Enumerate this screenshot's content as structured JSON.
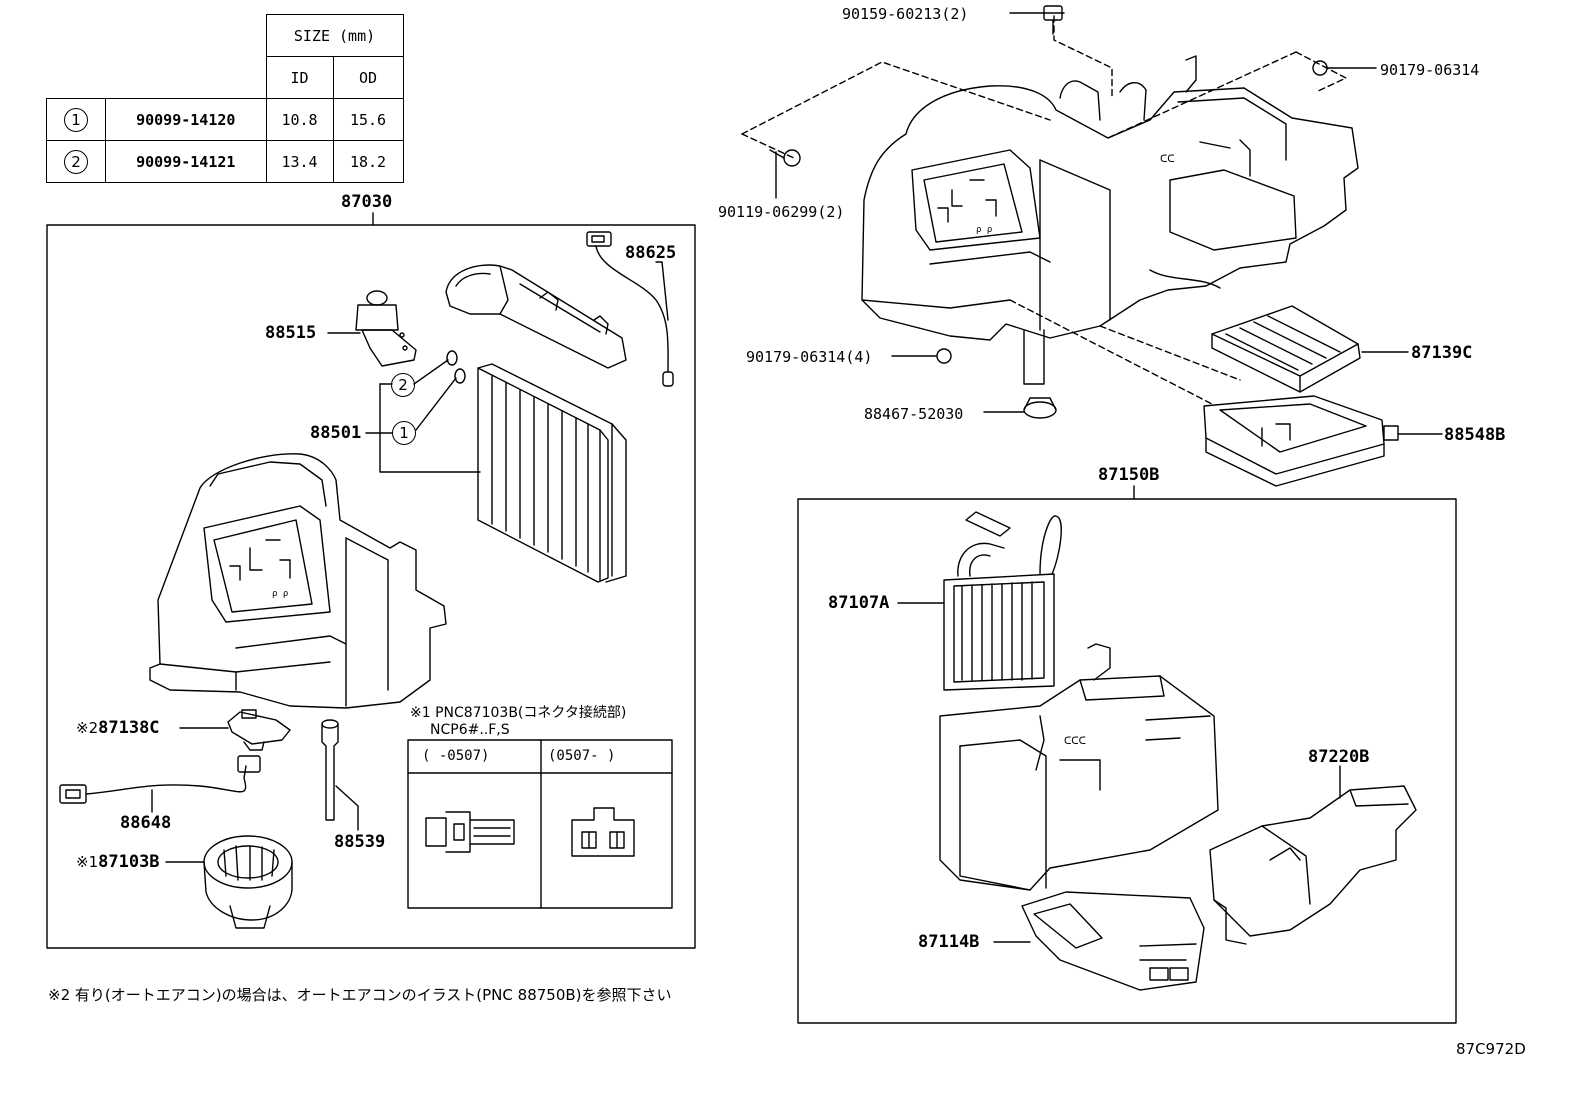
{
  "size_table": {
    "header": "SIZE (mm)",
    "col_id": "ID",
    "col_od": "OD",
    "rows": [
      {
        "ref": "1",
        "part": "90099-14120",
        "id": "10.8",
        "od": "15.6"
      },
      {
        "ref": "2",
        "part": "90099-14121",
        "id": "13.4",
        "od": "18.2"
      }
    ]
  },
  "labels": {
    "l87030": "87030",
    "l88625": "88625",
    "l88515": "88515",
    "l88501": "88501",
    "l87138c": "87138C",
    "l87138c_mark": "※2",
    "l88648": "88648",
    "l87103b": "87103B",
    "l87103b_mark": "※1",
    "l88539": "88539",
    "l90159": "90159-60213(2)",
    "l90179a": "90179-06314",
    "l90119": "90119-06299(2)",
    "l90179b": "90179-06314(4)",
    "l88467": "88467-52030",
    "l87139c": "87139C",
    "l88548b": "88548B",
    "l87150b": "87150B",
    "l87107a": "87107A",
    "l87220b": "87220B",
    "l87114b": "87114B",
    "ref1": "1",
    "ref2": "2"
  },
  "connector_box": {
    "note_line1": "※1 PNC87103B(コネクタ接続部)",
    "note_line2": "NCP6#..F,S",
    "col_left": "(      -0507)",
    "col_right": "(0507-      )"
  },
  "footnote": "※2 有り(オートエアコン)の場合は、オートエアコンのイラスト(PNC 88750B)を参照下さい",
  "drawing_code": "87C972D"
}
